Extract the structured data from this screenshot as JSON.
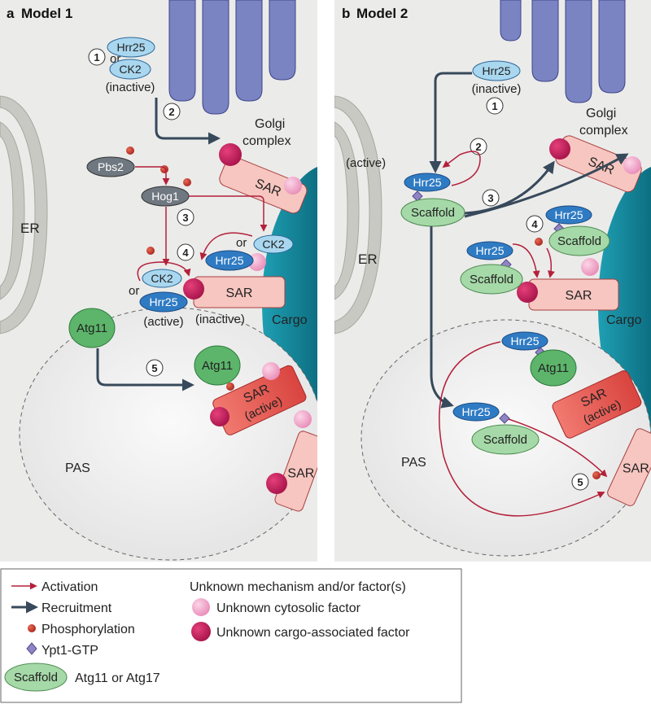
{
  "panels": {
    "a": {
      "letter": "a",
      "title": "Model 1"
    },
    "b": {
      "letter": "b",
      "title": "Model 2"
    }
  },
  "labels": {
    "er": "ER",
    "golgi_line1": "Golgi",
    "golgi_line2": "complex",
    "cargo": "Cargo",
    "pas": "PAS",
    "sar": "SAR",
    "or": "or",
    "inactive": "(inactive)",
    "active": "(active)",
    "hrr25": "Hrr25",
    "ck2": "CK2",
    "pbs2": "Pbs2",
    "hog1": "Hog1",
    "atg11": "Atg11",
    "scaffold": "Scaffold"
  },
  "steps": [
    "1",
    "2",
    "3",
    "4",
    "5"
  ],
  "legend": {
    "activation": "Activation",
    "recruitment": "Recruitment",
    "phosphorylation": "Phosphorylation",
    "ypt1": "Ypt1-GTP",
    "scaffold_label": "Scaffold",
    "scaffold_desc": "Atg11 or Atg17",
    "unknown_heading": "Unknown mechanism and/or factor(s)",
    "unknown_cytosolic": "Unknown cytosolic factor",
    "unknown_cargo": "Unknown cargo-associated factor"
  },
  "colors": {
    "background_panel": "#ebebea",
    "golgi": "#7b84c2",
    "golgi_edge": "#3d4388",
    "cargo": "#1a96a8",
    "sar_fill": "#f7c6c0",
    "sar_active": "#e2544f",
    "hrr25_dark": "#2f7bc3",
    "ck2_light": "#a9d7ef",
    "hog1": "#6f7780",
    "scaffold": "#a6d9a8",
    "atg11": "#5cb56a",
    "activation": "#b3203a",
    "recruitment": "#37495a",
    "phospho": "#c8342b",
    "ypt1": "#8f84c4",
    "cytosolic": "#f0a6c9",
    "cargo_factor": "#cc1f5c"
  }
}
